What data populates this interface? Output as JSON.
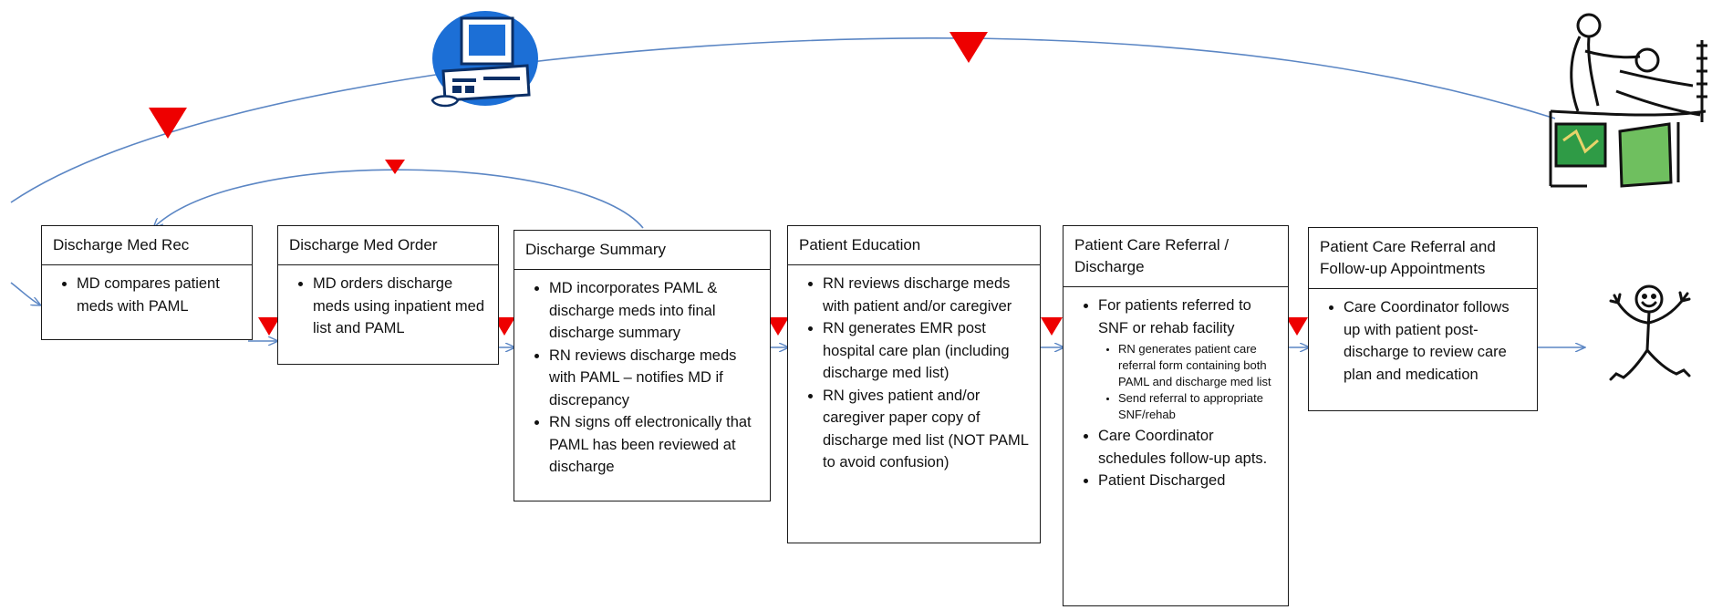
{
  "steps": [
    {
      "title": "Discharge Med Rec",
      "items": [
        "MD compares patient meds with PAML"
      ]
    },
    {
      "title": "Discharge Med Order",
      "items": [
        "MD orders discharge meds using inpatient med list and PAML"
      ]
    },
    {
      "title": "Discharge Summary",
      "items": [
        "MD incorporates PAML & discharge meds into final discharge summary",
        "RN reviews discharge meds with PAML – notifies MD if discrepancy",
        "RN signs off electronically that PAML has been reviewed at discharge"
      ]
    },
    {
      "title": "Patient Education",
      "items": [
        "RN reviews discharge meds with patient and/or caregiver",
        "RN generates EMR post hospital care plan (including discharge med list)",
        "RN gives patient and/or caregiver paper copy of discharge med list (NOT PAML to avoid confusion)"
      ]
    },
    {
      "title": "Patient Care Referral / Discharge",
      "item1": "For patients referred to SNF or rehab facility",
      "subitems": [
        "RN generates patient care referral form containing both PAML and discharge med list",
        "Send referral to appropriate SNF/rehab"
      ],
      "item2": "Care Coordinator schedules follow-up apts.",
      "item3": "Patient Discharged"
    },
    {
      "title": "Patient Care Referral and Follow-up Appointments",
      "items": [
        "Care Coordinator follows up with patient post-discharge to review care plan and medication"
      ]
    }
  ],
  "icons": {
    "computer": "computer-clipart-icon",
    "hospital_bed": "patient-in-hospital-bed-clipart",
    "stick_figure": "discharged-patient-stick-figure"
  },
  "colors": {
    "arrow": "#5b86c4",
    "marker": "#ee0000",
    "computer": "#1c6fd6"
  }
}
